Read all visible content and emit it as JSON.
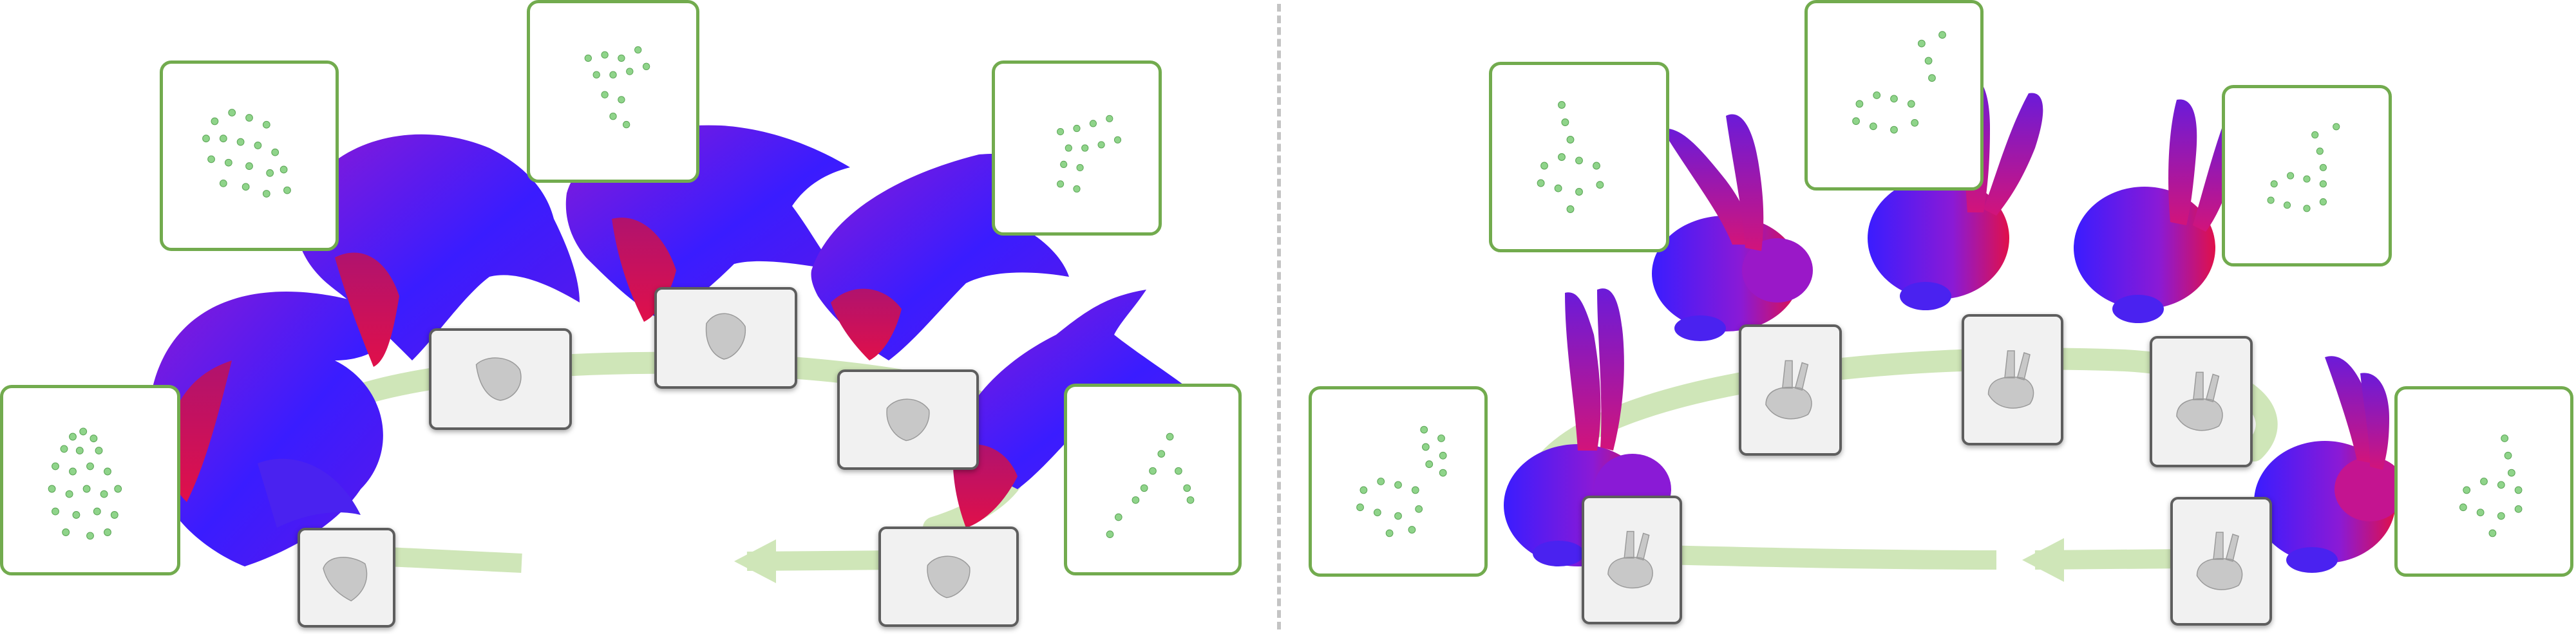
{
  "figure": {
    "left": {
      "point_clouds": [
        "cloud-1",
        "cloud-2",
        "cloud-3",
        "cloud-4",
        "cloud-5"
      ],
      "meshes": [
        "mesh-1",
        "mesh-2",
        "mesh-3",
        "mesh-4",
        "mesh-5"
      ],
      "shape": "deformed-surface"
    },
    "right": {
      "point_clouds": [
        "cloud-1",
        "cloud-2",
        "cloud-3",
        "cloud-4",
        "cloud-5"
      ],
      "meshes": [
        "mesh-1",
        "mesh-2",
        "mesh-3",
        "mesh-4",
        "mesh-5"
      ],
      "shape": "bunny"
    }
  },
  "colors": {
    "point_cloud": "#8fd48a",
    "box_border": "#72ab4e",
    "arc": "#cfe6b8",
    "mesh_gray": "#c8c8c8",
    "gradient_blue": "#3a1cff",
    "gradient_purple": "#8a1ad6",
    "gradient_red": "#e0104a",
    "divider": "#c4c4c4"
  }
}
